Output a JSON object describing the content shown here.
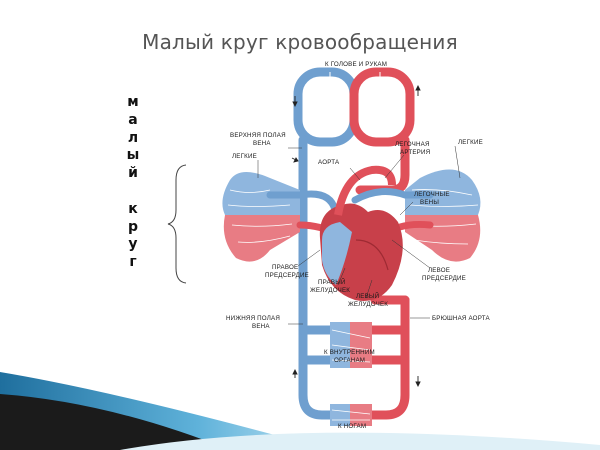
{
  "slide": {
    "title": "Малый круг кровообращения",
    "vertical_word": [
      "м",
      "а",
      "л",
      "ы",
      "й",
      "",
      "к",
      "р",
      "у",
      "г"
    ]
  },
  "diagram": {
    "labels": {
      "head_arms": "К ГОЛОВЕ И РУКАМ",
      "superior_vena_cava": [
        "ВЕРХНЯЯ ПОЛАЯ",
        "ВЕНА"
      ],
      "lungs_left": "ЛЕГКИЕ",
      "lungs_right": "ЛЕГКИЕ",
      "aorta": "АОРТА",
      "pulmonary_artery": [
        "ЛЕГОЧНАЯ",
        "АРТЕРИЯ"
      ],
      "pulmonary_veins": [
        "ЛЕГОЧНЫЕ",
        "ВЕНЫ"
      ],
      "right_atrium": [
        "ПРАВОЕ",
        "ПРЕДСЕРДИЕ"
      ],
      "right_ventricle": [
        "ПРАВЫЙ",
        "ЖЕЛУДОЧЕК"
      ],
      "left_atrium": [
        "ЛЕВОЕ",
        "ПРЕДСЕРДИЕ"
      ],
      "left_ventricle": [
        "ЛЕВЫЙ",
        "ЖЕЛУДОЧЕК"
      ],
      "inferior_vena_cava": [
        "НИЖНЯЯ ПОЛАЯ",
        "ВЕНА"
      ],
      "abdominal_aorta": "БРЮШНАЯ АОРТА",
      "internal_organs": [
        "К ВНУТРЕННИМ",
        "ОРГАНАМ"
      ],
      "legs": "К НОГАМ"
    },
    "colors": {
      "arterial": "#e0505a",
      "venous": "#6f9fcf",
      "heart": "#c8404a",
      "decor_blue": "#2f86b8",
      "decor_dark": "#1b1b1b"
    }
  }
}
